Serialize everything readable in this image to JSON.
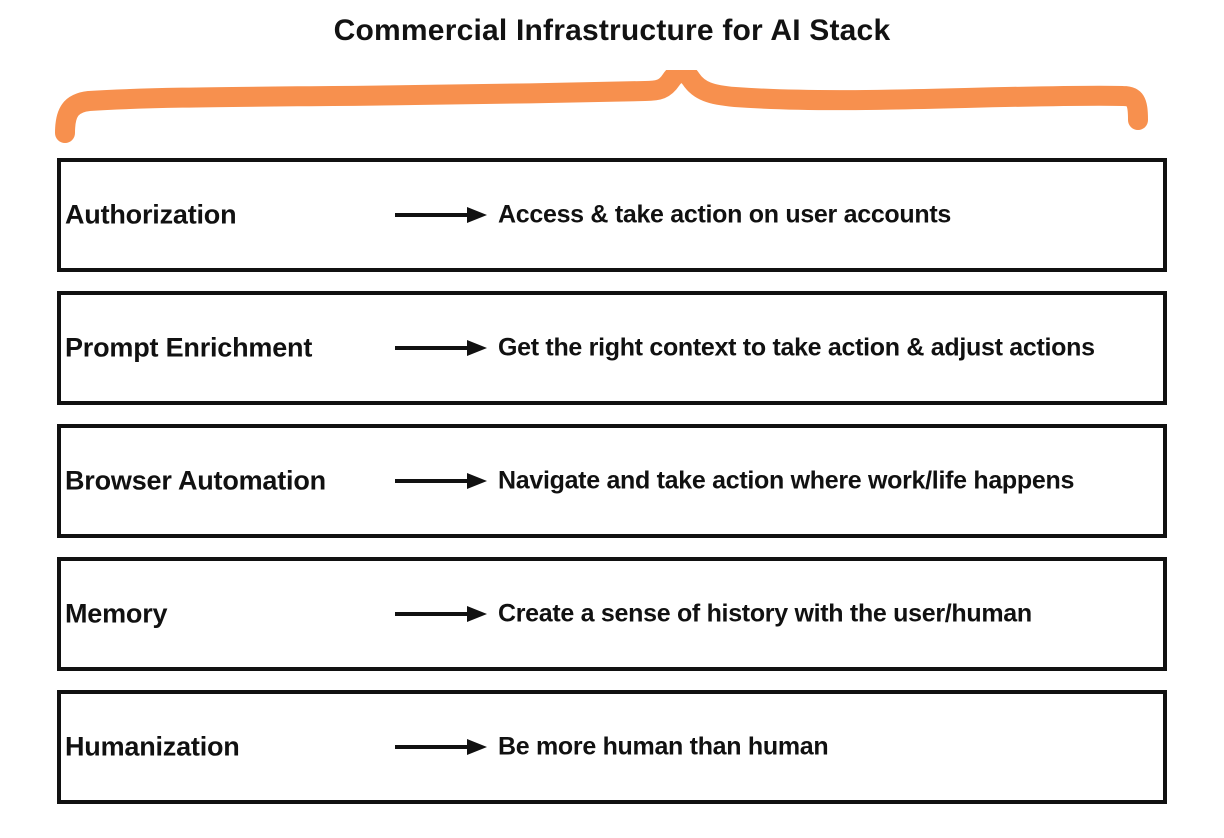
{
  "page": {
    "title": "Commercial Infrastructure for AI Stack",
    "background_color": "#ffffff",
    "text_color": "#111111"
  },
  "brace": {
    "name": "orange-brace-underline",
    "color": "#F7904E",
    "description": "hand-drawn horizontal bracket with a peak near the center"
  },
  "arrow": {
    "glyph": "long-right-arrow",
    "color": "#111111"
  },
  "rows": [
    {
      "label": "Authorization",
      "description": "Access & take action on user accounts"
    },
    {
      "label": "Prompt Enrichment",
      "description": "Get the right context to take action & adjust actions"
    },
    {
      "label": "Browser Automation",
      "description": "Navigate and take action where work/life happens"
    },
    {
      "label": "Memory",
      "description": "Create a sense of history with the user/human"
    },
    {
      "label": "Humanization",
      "description": "Be more human than human"
    }
  ]
}
